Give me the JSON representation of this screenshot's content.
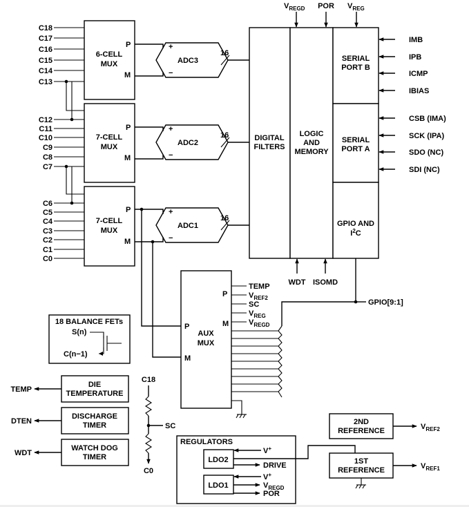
{
  "mux": {
    "mux1": "6-CELL",
    "mux2": "7-CELL",
    "mux3": "7-CELL",
    "word": "MUX",
    "p": "P",
    "m": "M"
  },
  "cells": {
    "mux1_inputs": [
      "C18",
      "C17",
      "C16",
      "C15",
      "C14",
      "C13"
    ],
    "mux2_inputs": [
      "C12",
      "C11",
      "C10",
      "C9",
      "C8",
      "C7"
    ],
    "mux3_inputs": [
      "C6",
      "C5",
      "C4",
      "C3",
      "C2",
      "C1",
      "C0"
    ]
  },
  "adc": {
    "adc3": "ADC3",
    "adc2": "ADC2",
    "adc1": "ADC1",
    "plus": "+",
    "minus": "−",
    "bus_width": "16"
  },
  "blocks": {
    "filters_line1": "DIGITAL",
    "filters_line2": "FILTERS",
    "logic_line1": "LOGIC",
    "logic_line2": "AND",
    "logic_line3": "MEMORY",
    "spb_line1": "SERIAL",
    "spb_line2": "PORT B",
    "spa_line1": "SERIAL",
    "spa_line2": "PORT A",
    "gpio_line1": "GPIO AND",
    "gpio_line2_pre": "I",
    "gpio_line2_sup": "2",
    "gpio_line2_post": "C"
  },
  "top_signals": {
    "vregd_main": "V",
    "vregd_sub": "REGD",
    "por": "POR",
    "vreg_main": "V",
    "vreg_sub": "REG"
  },
  "serial_b_signals": [
    "IMB",
    "IPB",
    "ICMP",
    "IBIAS"
  ],
  "serial_a_signals": [
    "CSB (IMA)",
    "SCK (IPA)",
    "SDO (NC)",
    "SDI (NC)"
  ],
  "bottom_signals": {
    "wdt": "WDT",
    "isomd": "ISOMD",
    "gpio_bus": "GPIO[9:1]"
  },
  "aux_mux": {
    "line1": "AUX",
    "line2": "MUX",
    "p": "P",
    "m": "M",
    "temp": "TEMP",
    "vref2_main": "V",
    "vref2_sub": "REF2",
    "sc": "SC",
    "vreg_main": "V",
    "vreg_sub": "REG",
    "vregd_main": "V",
    "vregd_sub": "REGD"
  },
  "balance": {
    "title": "18 BALANCE FETs",
    "sn": "S(n)",
    "cn": "C(n−1)"
  },
  "status_blocks": {
    "die_line1": "DIE",
    "die_line2": "TEMPERATURE",
    "temp_out": "TEMP",
    "dis_line1": "DISCHARGE",
    "dis_line2": "TIMER",
    "dten_out": "DTEN",
    "wd_line1": "WATCH DOG",
    "wd_line2": "TIMER",
    "wdt_out": "WDT"
  },
  "divider": {
    "top": "C18",
    "mid": "SC",
    "bottom": "C0"
  },
  "regulators": {
    "title": "REGULATORS",
    "ldo2": "LDO2",
    "ldo1": "LDO1",
    "vplus": "V",
    "vplus_sup": "+",
    "drive": "DRIVE",
    "vregd_main": "V",
    "vregd_sub": "REGD",
    "por": "POR"
  },
  "references": {
    "ref2_line1": "2ND",
    "ref2_line2": "REFERENCE",
    "ref1_line1": "1ST",
    "ref1_line2": "REFERENCE",
    "vref2_main": "V",
    "vref2_sub": "REF2",
    "vref1_main": "V",
    "vref1_sub": "REF1"
  }
}
